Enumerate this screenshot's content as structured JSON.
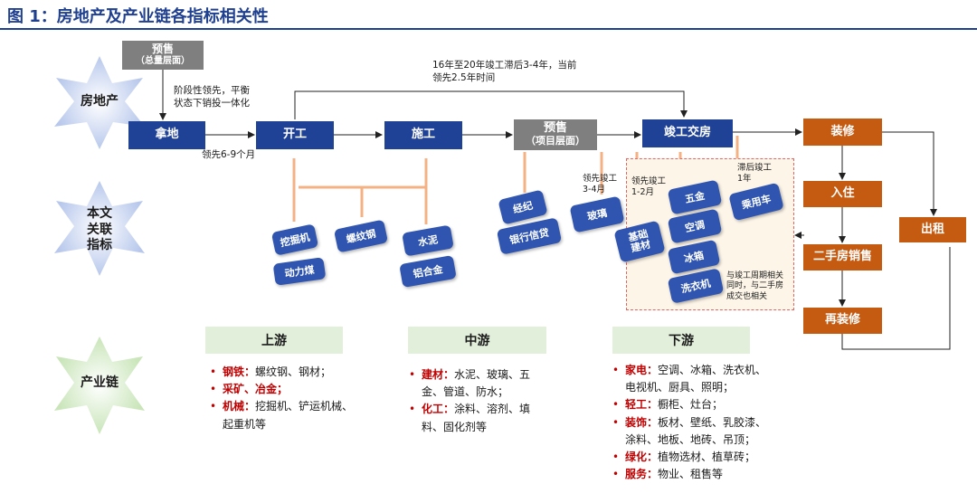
{
  "title": "图 1：房地产及产业链各指标相关性",
  "rows": {
    "real_estate": "房地产",
    "indicators": "本文\n关联\n指标",
    "chain": "产业链"
  },
  "top_box": {
    "line1": "预售",
    "line2": "（总量层面）"
  },
  "notes": {
    "lead_phase": "阶段性领先，平衡\n状态下销投一体化",
    "lag": "16年至20年竣工滞后3-4年，当前\n领先2.5年时间",
    "lead_6_9": "领先6-9个月",
    "glass_lead": "领先竣工\n3-4月",
    "decor_lead": "领先竣工\n1-2月",
    "vehicle_lag": "滞后竣工\n1年",
    "appliance_note": "与竣工周期相关\n同时，与二手房\n成交也相关"
  },
  "flow": {
    "land": "拿地",
    "start": "开工",
    "construction": "施工",
    "presale_l1": "预售",
    "presale_l2": "（项目层面）",
    "completion": "竣工交房",
    "decoration": "装修",
    "move_in": "入住",
    "second_hand": "二手房销售",
    "redecoration": "再装修",
    "rent": "出租"
  },
  "indicators": {
    "excavator": "挖掘机",
    "rebar": "螺纹钢",
    "cement": "水泥",
    "coal": "动力煤",
    "aluminum": "铝合金",
    "broker": "经纪",
    "bank_credit": "银行信贷",
    "glass": "玻璃",
    "deco_materials": "基础\n建材",
    "hardware": "五金",
    "ac": "空调",
    "fridge": "冰箱",
    "washer": "洗衣机",
    "vehicle": "乘用车"
  },
  "chain": {
    "upstream": {
      "head": "上游",
      "items": [
        {
          "cat": "钢铁：",
          "text": "螺纹钢、钢材；"
        },
        {
          "cat": "采矿、冶金；",
          "text": ""
        },
        {
          "cat": "机械：",
          "text": "挖掘机、铲运机械、起重机等"
        }
      ]
    },
    "midstream": {
      "head": "中游",
      "items": [
        {
          "cat": "建材：",
          "text": "水泥、玻璃、五金、管道、防水；"
        },
        {
          "cat": "化工：",
          "text": "涂料、溶剂、填料、固化剂等"
        }
      ]
    },
    "downstream": {
      "head": "下游",
      "items": [
        {
          "cat": "家电：",
          "text": "空调、冰箱、洗衣机、电视机、厨具、照明；"
        },
        {
          "cat": "轻工：",
          "text": "橱柜、灶台；"
        },
        {
          "cat": "装饰：",
          "text": "板材、壁纸、乳胶漆、涂料、地板、地砖、吊顶；"
        },
        {
          "cat": "绿化：",
          "text": "植物选材、植草砖；"
        },
        {
          "cat": "服务：",
          "text": "物业、租售等"
        }
      ]
    }
  },
  "colors": {
    "navy": "#1f4196",
    "gray": "#7f7f7f",
    "orange": "#c55a11",
    "pink": "#f4b183",
    "green_head": "#e2efda"
  }
}
